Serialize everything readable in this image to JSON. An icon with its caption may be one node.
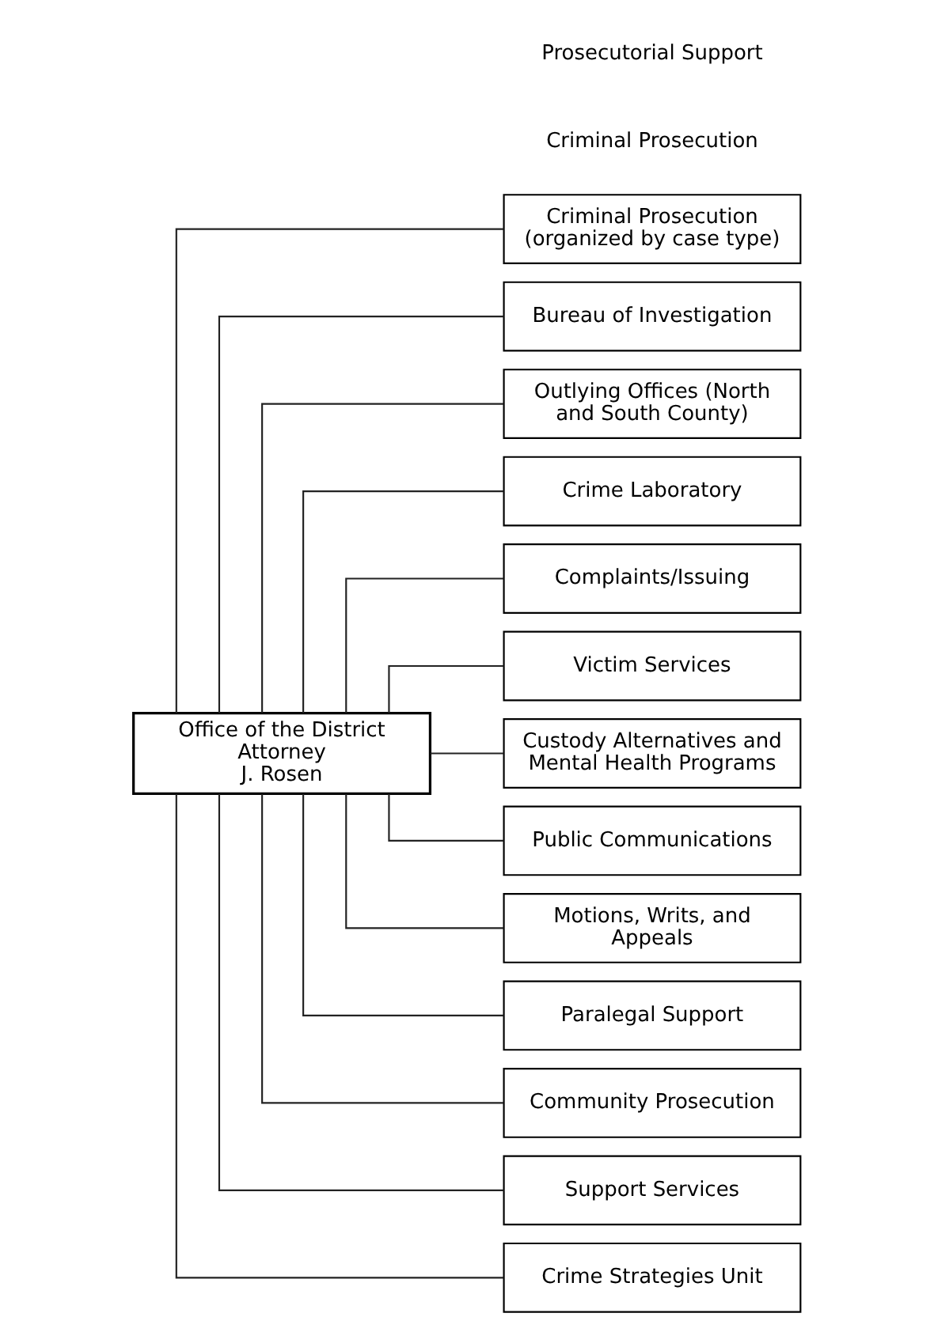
{
  "diagram": {
    "nodes": [
      {
        "text": [
          "Office of the District Attorney",
          "J. Rosen"
        ]
      },
      {
        "text": [
          "Criminal Prosecution (organized by case type)"
        ]
      },
      {
        "text": [
          "Bureau of Investigation"
        ]
      },
      {
        "text": [
          "Outlying Offices (North and South County)"
        ]
      },
      {
        "text": [
          "Crime Laboratory"
        ]
      },
      {
        "text": [
          "Complaints/Issuing"
        ]
      },
      {
        "text": [
          "Victim Services"
        ]
      },
      {
        "text": [
          "Custody Alternatives and Mental Health Programs"
        ]
      },
      {
        "text": [
          "Public Communications"
        ]
      },
      {
        "text": [
          "Motions, Writs, and Appeals"
        ]
      },
      {
        "text": [
          "Paralegal Support"
        ]
      },
      {
        "text": [
          "Community Prosecution"
        ]
      },
      {
        "text": [
          "Support Services"
        ]
      },
      {
        "text": [
          "Crime Strategies Unit"
        ]
      }
    ],
    "edges": [
      {
        "from": 0,
        "to": 1,
        "arrow": "none"
      },
      {
        "from": 0,
        "to": 2,
        "arrow": "none"
      },
      {
        "from": 0,
        "to": 3,
        "arrow": "none"
      },
      {
        "from": 0,
        "to": 4,
        "arrow": "none"
      },
      {
        "from": 0,
        "to": 5,
        "arrow": "none"
      },
      {
        "from": 0,
        "to": 6,
        "arrow": "none"
      },
      {
        "from": 0,
        "to": 7,
        "arrow": "none"
      },
      {
        "from": 0,
        "to": 8,
        "arrow": "none"
      },
      {
        "from": 0,
        "to": 9,
        "arrow": "none"
      },
      {
        "from": 0,
        "to": 10,
        "arrow": "none"
      },
      {
        "from": 0,
        "to": 11,
        "arrow": "none"
      },
      {
        "from": 0,
        "to": 12,
        "arrow": "none"
      },
      {
        "from": 0,
        "to": 13,
        "arrow": "none"
      }
    ],
    "labels": [
      "Criminal Prosecution",
      "Prosecutorial Support"
    ]
  }
}
